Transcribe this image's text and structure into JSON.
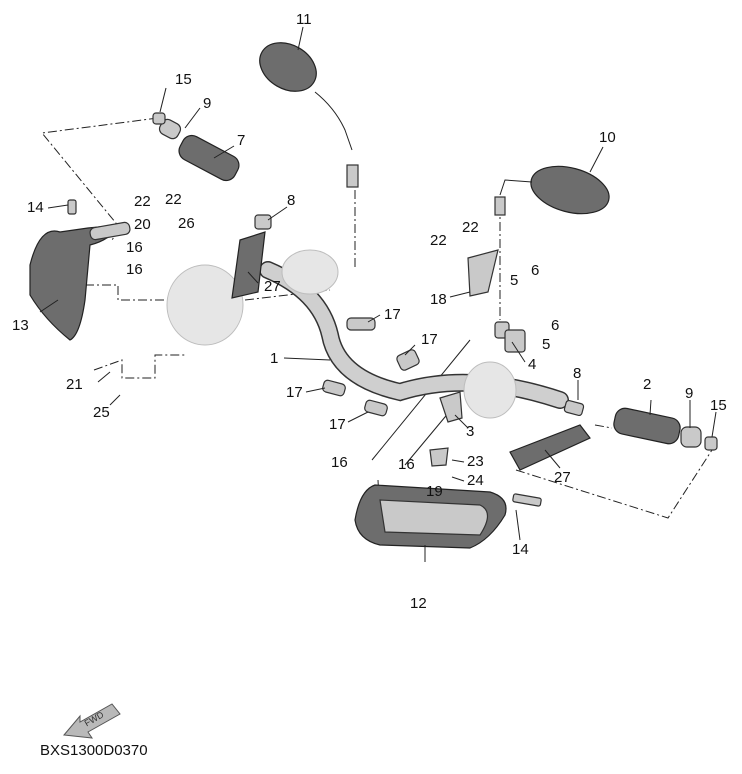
{
  "diagram_code": "BXS1300D0370",
  "fwd_label": "FWD",
  "callouts": [
    {
      "id": "c1",
      "text": "1"
    },
    {
      "id": "c2",
      "text": "2"
    },
    {
      "id": "c3",
      "text": "3"
    },
    {
      "id": "c4",
      "text": "4"
    },
    {
      "id": "c5a",
      "text": "5"
    },
    {
      "id": "c5b",
      "text": "5"
    },
    {
      "id": "c6a",
      "text": "6"
    },
    {
      "id": "c6b",
      "text": "6"
    },
    {
      "id": "c7",
      "text": "7"
    },
    {
      "id": "c8a",
      "text": "8"
    },
    {
      "id": "c8b",
      "text": "8"
    },
    {
      "id": "c9a",
      "text": "9"
    },
    {
      "id": "c9b",
      "text": "9"
    },
    {
      "id": "c10",
      "text": "10"
    },
    {
      "id": "c11",
      "text": "11"
    },
    {
      "id": "c12",
      "text": "12"
    },
    {
      "id": "c13",
      "text": "13"
    },
    {
      "id": "c14a",
      "text": "14"
    },
    {
      "id": "c14b",
      "text": "14"
    },
    {
      "id": "c15a",
      "text": "15"
    },
    {
      "id": "c15b",
      "text": "15"
    },
    {
      "id": "c16a",
      "text": "16"
    },
    {
      "id": "c16b",
      "text": "16"
    },
    {
      "id": "c16c",
      "text": "16"
    },
    {
      "id": "c16d",
      "text": "16"
    },
    {
      "id": "c17a",
      "text": "17"
    },
    {
      "id": "c17b",
      "text": "17"
    },
    {
      "id": "c17c",
      "text": "17"
    },
    {
      "id": "c17d",
      "text": "17"
    },
    {
      "id": "c18",
      "text": "18"
    },
    {
      "id": "c19",
      "text": "19"
    },
    {
      "id": "c20",
      "text": "20"
    },
    {
      "id": "c21",
      "text": "21"
    },
    {
      "id": "c22a",
      "text": "22"
    },
    {
      "id": "c22b",
      "text": "22"
    },
    {
      "id": "c22c",
      "text": "22"
    },
    {
      "id": "c22d",
      "text": "22"
    },
    {
      "id": "c23",
      "text": "23"
    },
    {
      "id": "c24",
      "text": "24"
    },
    {
      "id": "c25",
      "text": "25"
    },
    {
      "id": "c26",
      "text": "26"
    },
    {
      "id": "c27a",
      "text": "27"
    },
    {
      "id": "c27b",
      "text": "27"
    }
  ]
}
